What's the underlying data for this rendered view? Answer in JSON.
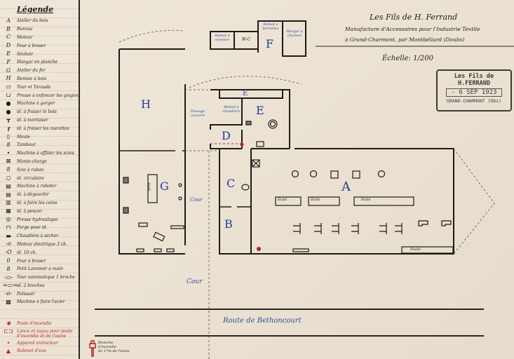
{
  "title": {
    "line1": "Les Fils de H. Ferrand",
    "line2": "Manufacture d'Accessoires pour l'Industrie Textile",
    "line3": "à Grand-Charmont, par Montbéliard (Doubs)",
    "scale": "Échelle: 1/200"
  },
  "stamp": {
    "line1": "Les Fils de H.FERRAND",
    "date": "- 6 SEP 1923",
    "line3": "GRAND-CHARMONT (Dbs)"
  },
  "legend": {
    "title": "Légende",
    "items": [
      {
        "symbol": "A",
        "label": "Atelier du bois"
      },
      {
        "symbol": "B",
        "label": "Bureau"
      },
      {
        "symbol": "C",
        "label": "Moteur"
      },
      {
        "symbol": "D",
        "label": "Four à braser"
      },
      {
        "symbol": "E",
        "label": "Séchoir"
      },
      {
        "symbol": "F",
        "label": "Hangar en planche"
      },
      {
        "symbol": "G",
        "label": "Atelier du fer"
      },
      {
        "symbol": "H",
        "label": "Remise à bois"
      },
      {
        "symbol": "▭",
        "label": "Tour et Tarauds"
      },
      {
        "symbol": "⊔",
        "label": "Presse à enfoncer les goujons"
      },
      {
        "symbol": "●",
        "label": "Machine à gorger"
      },
      {
        "symbol": "●",
        "label": "id. à fraiser le bois"
      },
      {
        "symbol": "┳",
        "label": "id. à mortaiser"
      },
      {
        "symbol": "┏",
        "label": "id. à fraiser les marottes"
      },
      {
        "symbol": "▯",
        "label": "Meule"
      },
      {
        "symbol": "8",
        "label": "Tambour"
      },
      {
        "symbol": "•",
        "label": "Machine à affûter les scies"
      },
      {
        "symbol": "⊠",
        "label": "Monte-charge"
      },
      {
        "symbol": "8",
        "label": "Scie à ruban"
      },
      {
        "symbol": "○",
        "label": "id. circulaire"
      },
      {
        "symbol": "▤",
        "label": "Machine à raboter"
      },
      {
        "symbol": "▤",
        "label": "id. à dégauchir"
      },
      {
        "symbol": "▥",
        "label": "id. à faire les coins"
      },
      {
        "symbol": "▦",
        "label": "id. à poncer"
      },
      {
        "symbol": "◎",
        "label": "Presse hydraulique"
      },
      {
        "symbol": "⊓",
        "label": "Forge pour id."
      },
      {
        "symbol": "▬",
        "label": "Chaudière à sécher"
      },
      {
        "symbol": "-o",
        "label": "Moteur électrique 3 ch."
      },
      {
        "symbol": "-O",
        "label": "id. 10 ch."
      },
      {
        "symbol": "0",
        "label": "Four à braser"
      },
      {
        "symbol": "8",
        "label": "Petit Laminoir à main"
      },
      {
        "symbol": "-▭-",
        "label": "Tour automatique 1 broche"
      },
      {
        "symbol": "=▭=",
        "label": "id. 2 broches"
      },
      {
        "symbol": "-o-",
        "label": "Polissoir"
      },
      {
        "symbol": "▩",
        "label": "Machine à faire l'acier"
      }
    ],
    "fire_items": [
      {
        "symbol": "✱",
        "label": "Poste d'incendie"
      },
      {
        "symbol": "⊏⊐",
        "label": "Lance et tuyau pour poste d'incendie et de l'usine"
      },
      {
        "symbol": "•",
        "label": "Appareil extincteur"
      },
      {
        "symbol": "▲",
        "label": "Robinet d'eau"
      }
    ],
    "hydrant": {
      "line1": "Branche",
      "line2": "d'incendie",
      "line3": "de 17m de l'usine"
    }
  },
  "plan": {
    "rooms": {
      "A": "A",
      "B": "B",
      "C": "C",
      "D": "D",
      "E": "E",
      "E2": "E",
      "F": "F",
      "G": "G",
      "H": "H"
    },
    "annexes": {
      "reduit_essence": "Réduit à essence",
      "wc": "W-C",
      "reduit_ferraille": "Réduit à ferrailles",
      "hangar_charbon": "Hangar à charbon",
      "reduit_chaudiere": "Réduit à chaudière",
      "passage": "Passage couvert"
    },
    "cour_inner": "Cour",
    "cour_outer": "Cour",
    "road": "Route de Bethoncourt",
    "etabli": "Établi"
  },
  "colors": {
    "ink": "#1d1a17",
    "blue_ink": "#2d4f9a",
    "red_ink": "#b4222a",
    "paper": "#ece3d4"
  }
}
